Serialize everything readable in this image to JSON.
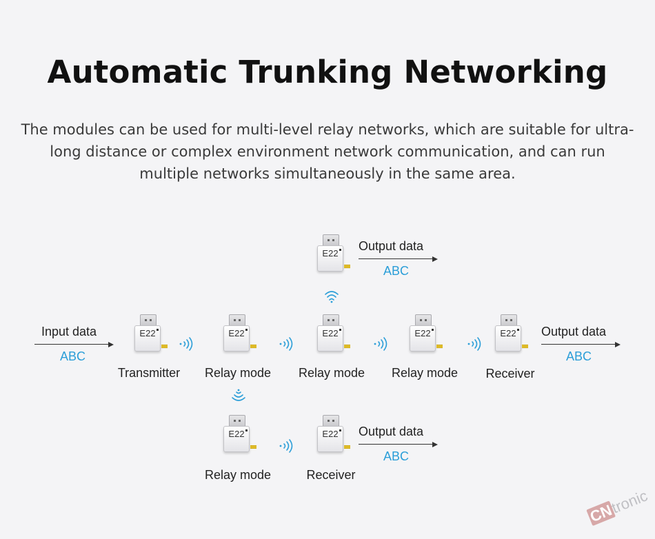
{
  "title": "Automatic Trunking Networking",
  "description": "The modules can be used for multi-level relay networks, which are suitable for ultra-long distance or complex environment network communication, and can run multiple networks simultaneously in the same area.",
  "module_label": "E22",
  "nodes": {
    "transmitter": "Transmitter",
    "relay_1": "Relay mode",
    "relay_2": "Relay mode",
    "relay_3": "Relay mode",
    "receiver_main": "Receiver",
    "relay_bottom": "Relay mode",
    "receiver_bottom": "Receiver"
  },
  "io": {
    "input_label": "Input data",
    "input_value": "ABC",
    "output_top_label": "Output data",
    "output_top_value": "ABC",
    "output_main_label": "Output data",
    "output_main_value": "ABC",
    "output_bottom_label": "Output data",
    "output_bottom_value": "ABC"
  },
  "logo": {
    "prefix": "CN",
    "suffix": "tronic"
  },
  "colors": {
    "accent": "#2b9ed8",
    "background": "#f4f4f6",
    "antenna": "#e0b820"
  },
  "icons": [
    "wireless-signal-icon",
    "e22-module-icon",
    "arrow-right-icon"
  ]
}
